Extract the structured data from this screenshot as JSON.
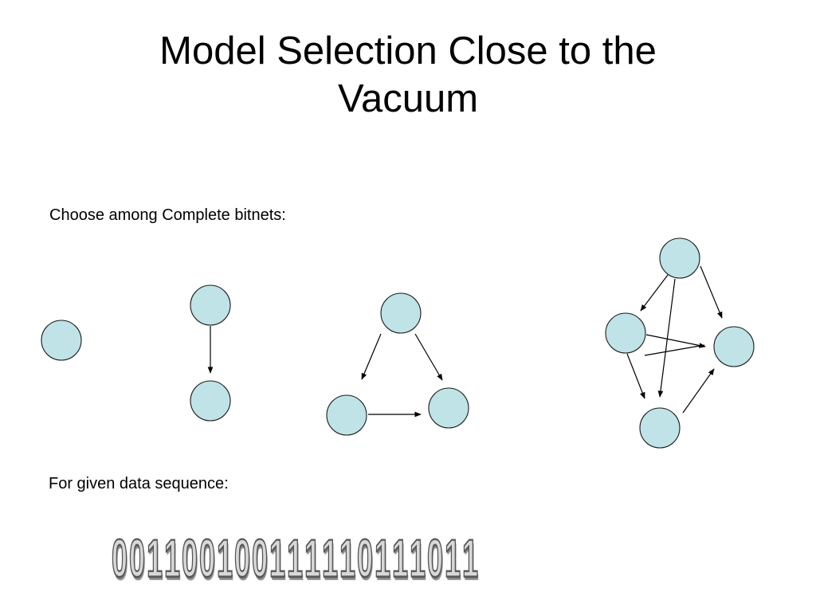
{
  "slide": {
    "title_line1": "Model Selection Close to the",
    "title_line2": "Vacuum",
    "choose_label": "Choose among Complete bitnets:",
    "data_label": "For given data sequence:",
    "data_sequence": [
      "0",
      "0",
      "1",
      "1",
      "0",
      "0",
      "1",
      "0",
      "0",
      "1",
      "1",
      "1",
      "1",
      "1",
      "0",
      "1",
      "1",
      "1",
      "0",
      "1",
      "1"
    ]
  },
  "colors": {
    "node_fill": "#bfe3e6",
    "node_stroke": "#1a1a1a",
    "background": "#ffffff"
  }
}
